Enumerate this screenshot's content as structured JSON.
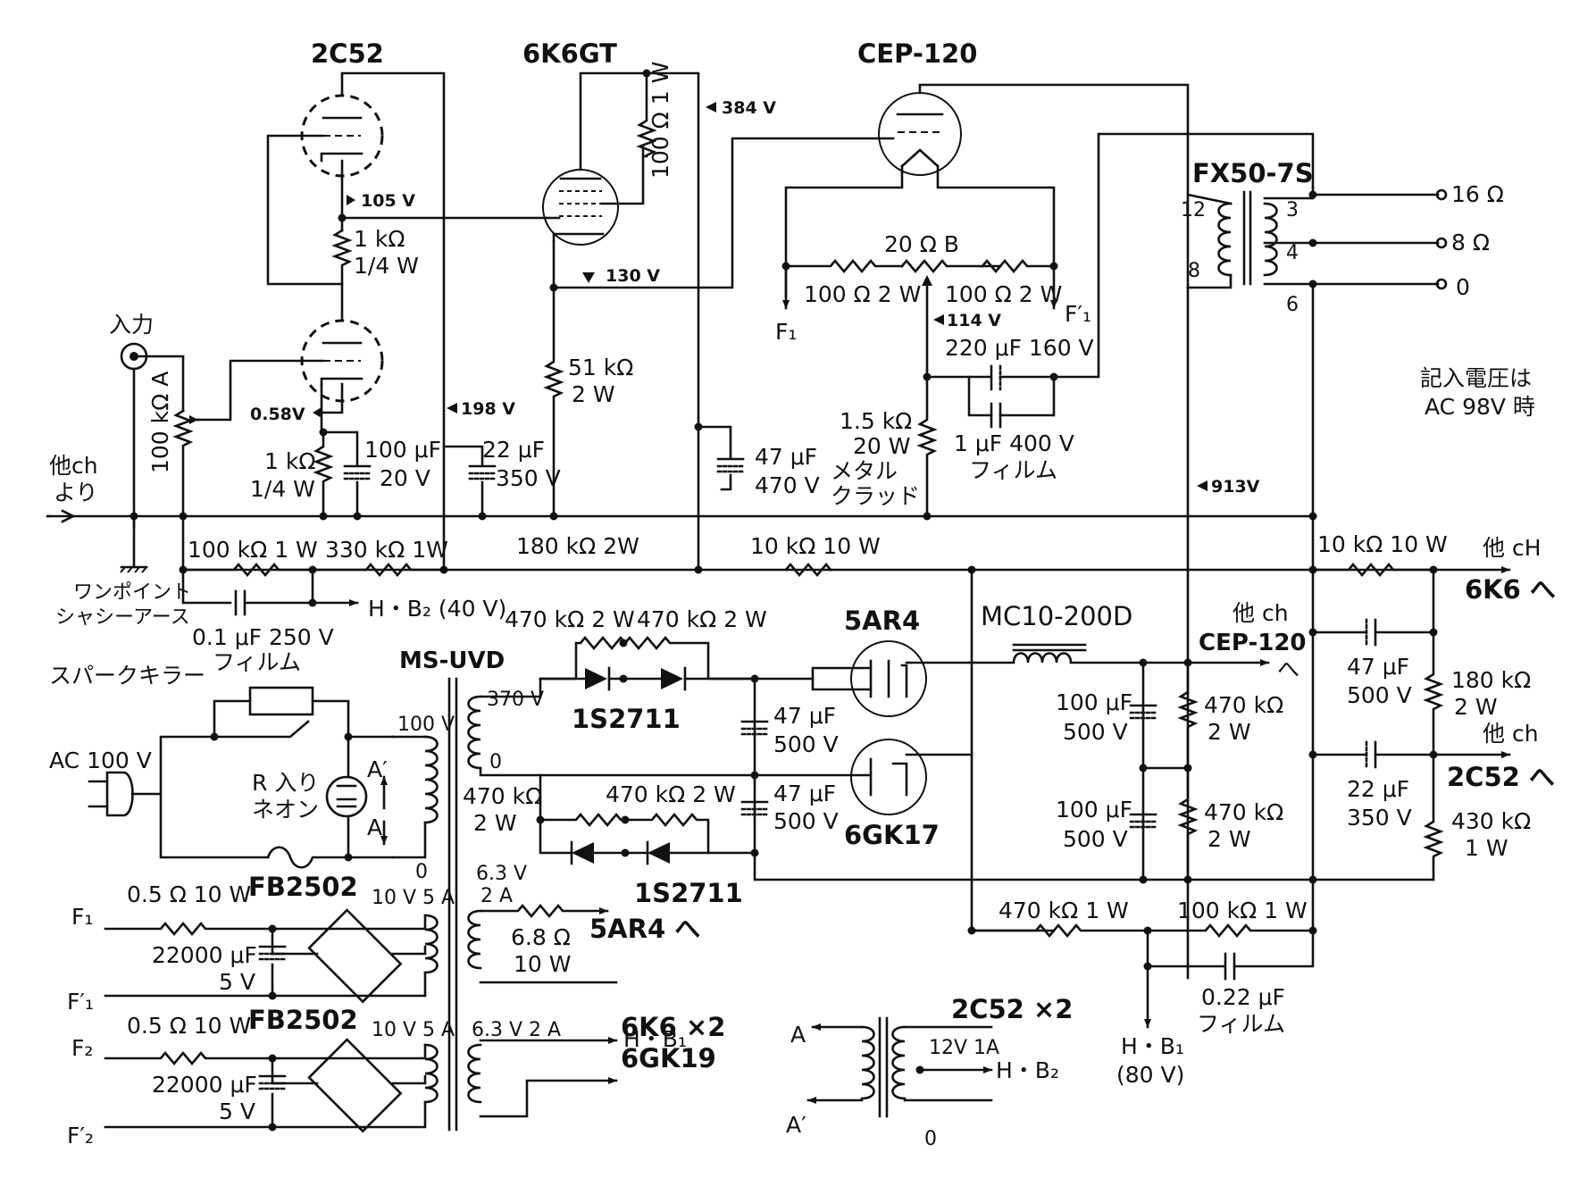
{
  "tubes": {
    "v1": "2C52",
    "v2": "6K6GT",
    "v3": "CEP-120",
    "rect1": "5AR4",
    "rect2": "6GK17"
  },
  "transformers": {
    "output": "FX50-7S",
    "power": "MS-UVD",
    "choke": "MC10-200D"
  },
  "bridges": {
    "b1": "FB2502",
    "b2": "FB2502"
  },
  "diodes": {
    "d1": "1S2711",
    "d2": "1S2711"
  },
  "voltages": {
    "v105": "105 V",
    "v384": "384 V",
    "v130": "130 V",
    "v114": "114 V",
    "v058": "0.58V",
    "v198": "198 V",
    "v913": "913V"
  },
  "labels": {
    "input": "入力",
    "other_ch_from_1": "他ch",
    "other_ch_from_2": "より",
    "one_point_1": "ワンポイント",
    "one_point_2": "シャシーアース",
    "note_1": "記入電圧は",
    "note_2": "AC 98V 時",
    "spark_killer": "スパークキラー",
    "ac100": "AC 100 V",
    "neon_1": "R 入り",
    "neon_2": "ネオン",
    "A": "A",
    "A_prime": "A′",
    "F1": "F₁",
    "F1p": "F′₁",
    "F2": "F₂",
    "F2p": "F′₂",
    "F1_top": "F₁",
    "F1p_top": "F′₁",
    "to_6k6_1": "他 cH",
    "to_6k6_2": "6K6 へ",
    "to_2c52_1": "他 ch",
    "to_2c52_2": "2C52 へ",
    "to_cep_1": "他 ch",
    "to_cep_2": "CEP-120",
    "to_cep_3": "へ",
    "hb2_40": "H・B₂ (40 V)",
    "hb1": "H・B₁",
    "hb1_80_1": "H・B₁",
    "hb1_80_2": "(80 V)",
    "hb2": "H・B₂",
    "to_5ar4": "5AR4 へ",
    "to_6k6_x2": "6K6 ×2",
    "to_6gk19": "6GK19",
    "to_2c52_x2": "2C52 ×2"
  },
  "output_taps": {
    "t16": "16 Ω",
    "t8": "8 Ω",
    "t0": "0",
    "pin12": "12",
    "pin8": "8",
    "pin3": "3",
    "pin4": "4",
    "pin6": "6"
  },
  "power_windings": {
    "w370": "370 V",
    "w0": "0",
    "w100": "100 V",
    "w0b": "0",
    "w63a_1": "6.3 V",
    "w63a_2": "2 A",
    "w10a": "10 V 5 A",
    "w10b": "10 V 5 A",
    "w63b": "6.3 V 2 A",
    "w12": "12V 1A",
    "w12_0": "0"
  },
  "components": {
    "r_1k_a_1": "1 kΩ",
    "r_1k_a_2": "1/4 W",
    "r_100_1w": "100 Ω 1 W",
    "r_1k_b_1": "1 kΩ",
    "r_1k_b_2": "1/4 W",
    "c_100u_1": "100 μF",
    "c_100u_2": "20 V",
    "c_22u_1": "22 μF",
    "c_22u_2": "350 V",
    "pot_100k": "100 kΩ A",
    "r_51k_1": "51 kΩ",
    "r_51k_2": "2 W",
    "c_47u_1": "47 μF",
    "c_47u_2": "470 V",
    "r_20b": "20 Ω B",
    "r_100_2w_a": "100 Ω 2 W",
    "r_100_2w_b": "100 Ω 2 W",
    "c_220u": "220 μF 160 V",
    "c_1u_1": "1 μF 400 V",
    "c_1u_2": "フィルム",
    "r_1k5_1": "1.5 kΩ",
    "r_1k5_2": "20 W",
    "r_1k5_3": "メタル",
    "r_1k5_4": "クラッド",
    "r_100k_1w": "100 kΩ 1 W",
    "r_330k_1w": "330 kΩ 1W",
    "r_180k_2w": "180 kΩ 2W",
    "r_10k_10w_a": "10 kΩ 10 W",
    "r_10k_10w_b": "10 kΩ 10 W",
    "c_01u_1": "0.1 μF 250 V",
    "c_01u_2": "フィルム",
    "r_470k_2w_a": "470 kΩ 2 W",
    "r_470k_2w_b": "470 kΩ 2 W",
    "r_470k_2w_c_1": "470 kΩ",
    "r_470k_2w_c_2": "2 W",
    "r_470k_2w_d": "470 kΩ 2 W",
    "c_47u500_a_1": "47 μF",
    "c_47u500_a_2": "500 V",
    "c_47u500_b_1": "47 μF",
    "c_47u500_b_2": "500 V",
    "c_100u500_a_1": "100 μF",
    "c_100u500_a_2": "500 V",
    "c_100u500_b_1": "100 μF",
    "c_100u500_b_2": "500 V",
    "r_470k_2w_e_1": "470 kΩ",
    "r_470k_2w_e_2": "2 W",
    "r_470k_2w_f_1": "470 kΩ",
    "r_470k_2w_f_2": "2 W",
    "c_47u500_c_1": "47 μF",
    "c_47u500_c_2": "500 V",
    "c_22u350_c_1": "22 μF",
    "c_22u350_c_2": "350 V",
    "r_180k_2w_c_1": "180 kΩ",
    "r_180k_2w_c_2": "2 W",
    "r_430k_1w_1": "430 kΩ",
    "r_430k_1w_2": "1 W",
    "r_470k_1w": "470 kΩ 1 W",
    "r_100k_1w_b": "100 kΩ 1 W",
    "c_022u_1": "0.22 μF",
    "c_022u_2": "フィルム",
    "r_05_a": "0.5 Ω 10 W",
    "r_05_b": "0.5 Ω 10 W",
    "c_22000_a_1": "22000 μF",
    "c_22000_a_2": "5 V",
    "c_22000_b_1": "22000 μF",
    "c_22000_b_2": "5 V",
    "r_68_1": "6.8 Ω",
    "r_68_2": "10 W"
  }
}
